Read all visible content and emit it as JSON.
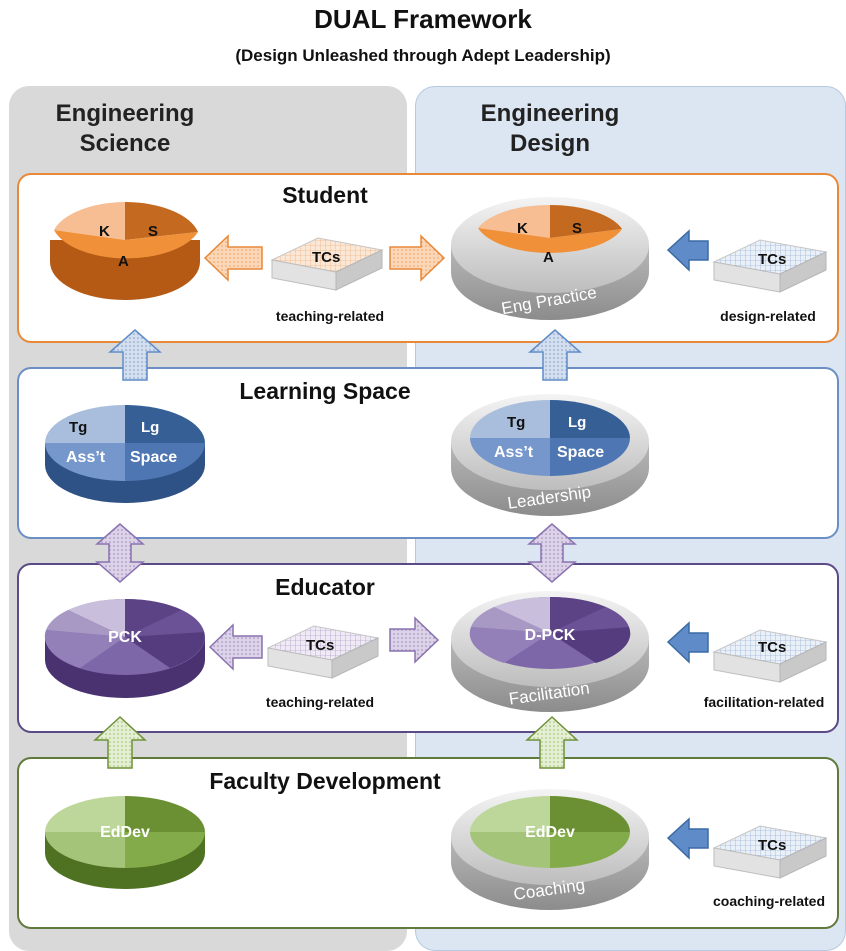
{
  "title": "DUAL Framework",
  "subtitle": "(Design Unleashed through Adept Leadership)",
  "columns": {
    "left": [
      "Engineering",
      "Science"
    ],
    "right": [
      "Engineering",
      "Design"
    ]
  },
  "rows": {
    "student": {
      "title": "Student",
      "pie_labels": [
        "K",
        "S",
        "A"
      ],
      "ring_label": "Eng Practice",
      "tc_label": "TCs",
      "caption_left": "teaching-related",
      "caption_right": "design-related"
    },
    "learning_space": {
      "title": "Learning Space",
      "pie_labels": [
        "Tg",
        "Lg",
        "Ass’t",
        "Space"
      ],
      "ring_label": "Leadership"
    },
    "educator": {
      "title": "Educator",
      "pie_label_left": "PCK",
      "pie_label_right": "D-PCK",
      "ring_label": "Facilitation",
      "tc_label": "TCs",
      "caption_left": "teaching-related",
      "caption_right": "facilitation-related"
    },
    "faculty_development": {
      "title": "Faculty Development",
      "pie_label": "EdDev",
      "ring_label": "Coaching",
      "tc_label": "TCs",
      "caption_right": "coaching-related"
    }
  },
  "colors": {
    "student_border": "#E8893A",
    "learning_border": "#6B8FC4",
    "educator_border": "#5A4A86",
    "faculty_border": "#5F7A3A",
    "left_panel": "#D9D9D9",
    "right_panel": "#DCE6F2",
    "orange_dark": "#C46A20",
    "orange_mid": "#F0913A",
    "orange_light": "#F6BE92",
    "blue_dark": "#365F96",
    "blue_mid": "#5A82BC",
    "blue_light": "#A9BEDC",
    "purple_dark": "#4D3577",
    "purple_mid": "#6E5596",
    "purple_light": "#B3A6CA",
    "green_dark": "#5B7F2A",
    "green_mid": "#83AB4A",
    "green_light": "#BDD79A"
  }
}
